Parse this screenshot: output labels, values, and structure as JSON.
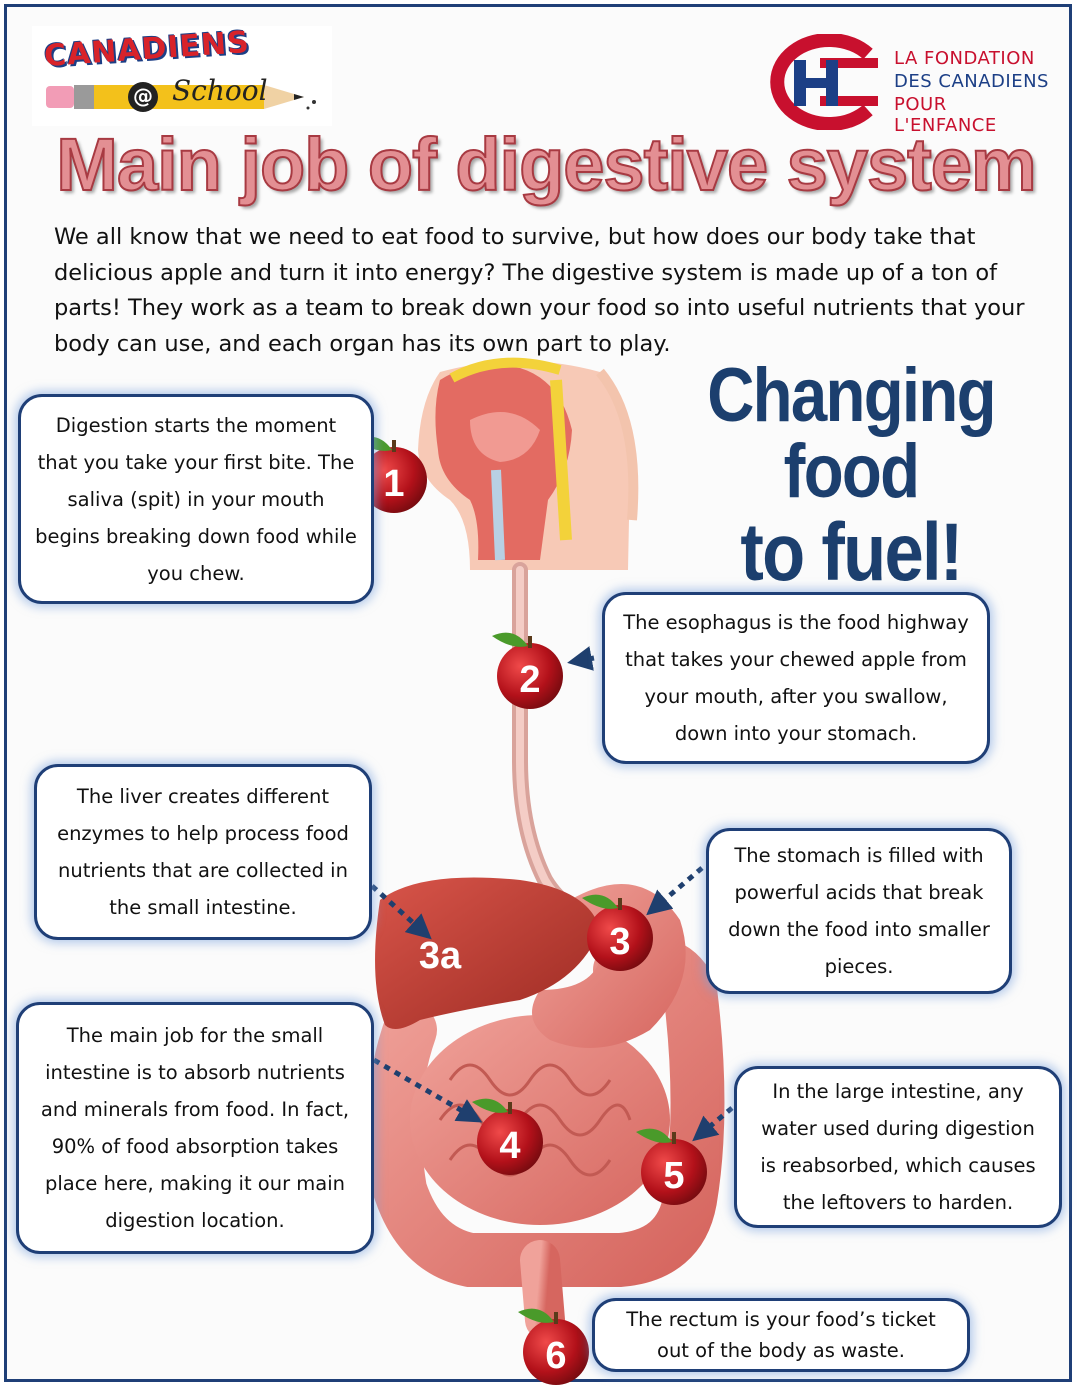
{
  "logos": {
    "left": {
      "word": "CANADIENS",
      "at": "@",
      "school": "School"
    },
    "right": {
      "line1": "LA FONDATION",
      "line2": "DES CANADIENS",
      "line3": "POUR L'ENFANCE"
    }
  },
  "title": "Main job of digestive system",
  "intro": "We all know that we need to eat food to survive, but how does our body take that delicious apple and turn it into energy? The digestive system is made up of a ton of parts! They work as a team to break down your food so into useful nutrients that your body can use, and each organ has its own part to play.",
  "slogan": {
    "line1": "Changing food",
    "line2": "to fuel!"
  },
  "steps": [
    {
      "number": "1",
      "text": "Digestion starts the moment that you take your first bite. The saliva (spit) in your mouth begins breaking down food while you chew."
    },
    {
      "number": "2",
      "text": "The esophagus is the food highway that takes your chewed apple from your mouth, after you swallow, down into your stomach."
    },
    {
      "number": "3a",
      "text": "The liver creates different enzymes to help process food nutrients that are collected in the small intestine."
    },
    {
      "number": "3",
      "text": "The stomach is filled with powerful acids that break down the food into smaller pieces."
    },
    {
      "number": "4",
      "text": "The main job for the small intestine is to absorb nutrients and minerals from food. In fact, 90% of food absorption takes place here, making it our main digestion location."
    },
    {
      "number": "5",
      "text": "In the large intestine, any water used during digestion is reabsorbed, which causes the leftovers to harden."
    },
    {
      "number": "6",
      "text": "The rectum is your food’s ticket out of the body as waste."
    }
  ],
  "colors": {
    "frame": "#1f3f77",
    "title_fill": "#e38f93",
    "slogan": "#1c3f6e",
    "apple": "#c0141c",
    "organ": "#e8857f"
  }
}
